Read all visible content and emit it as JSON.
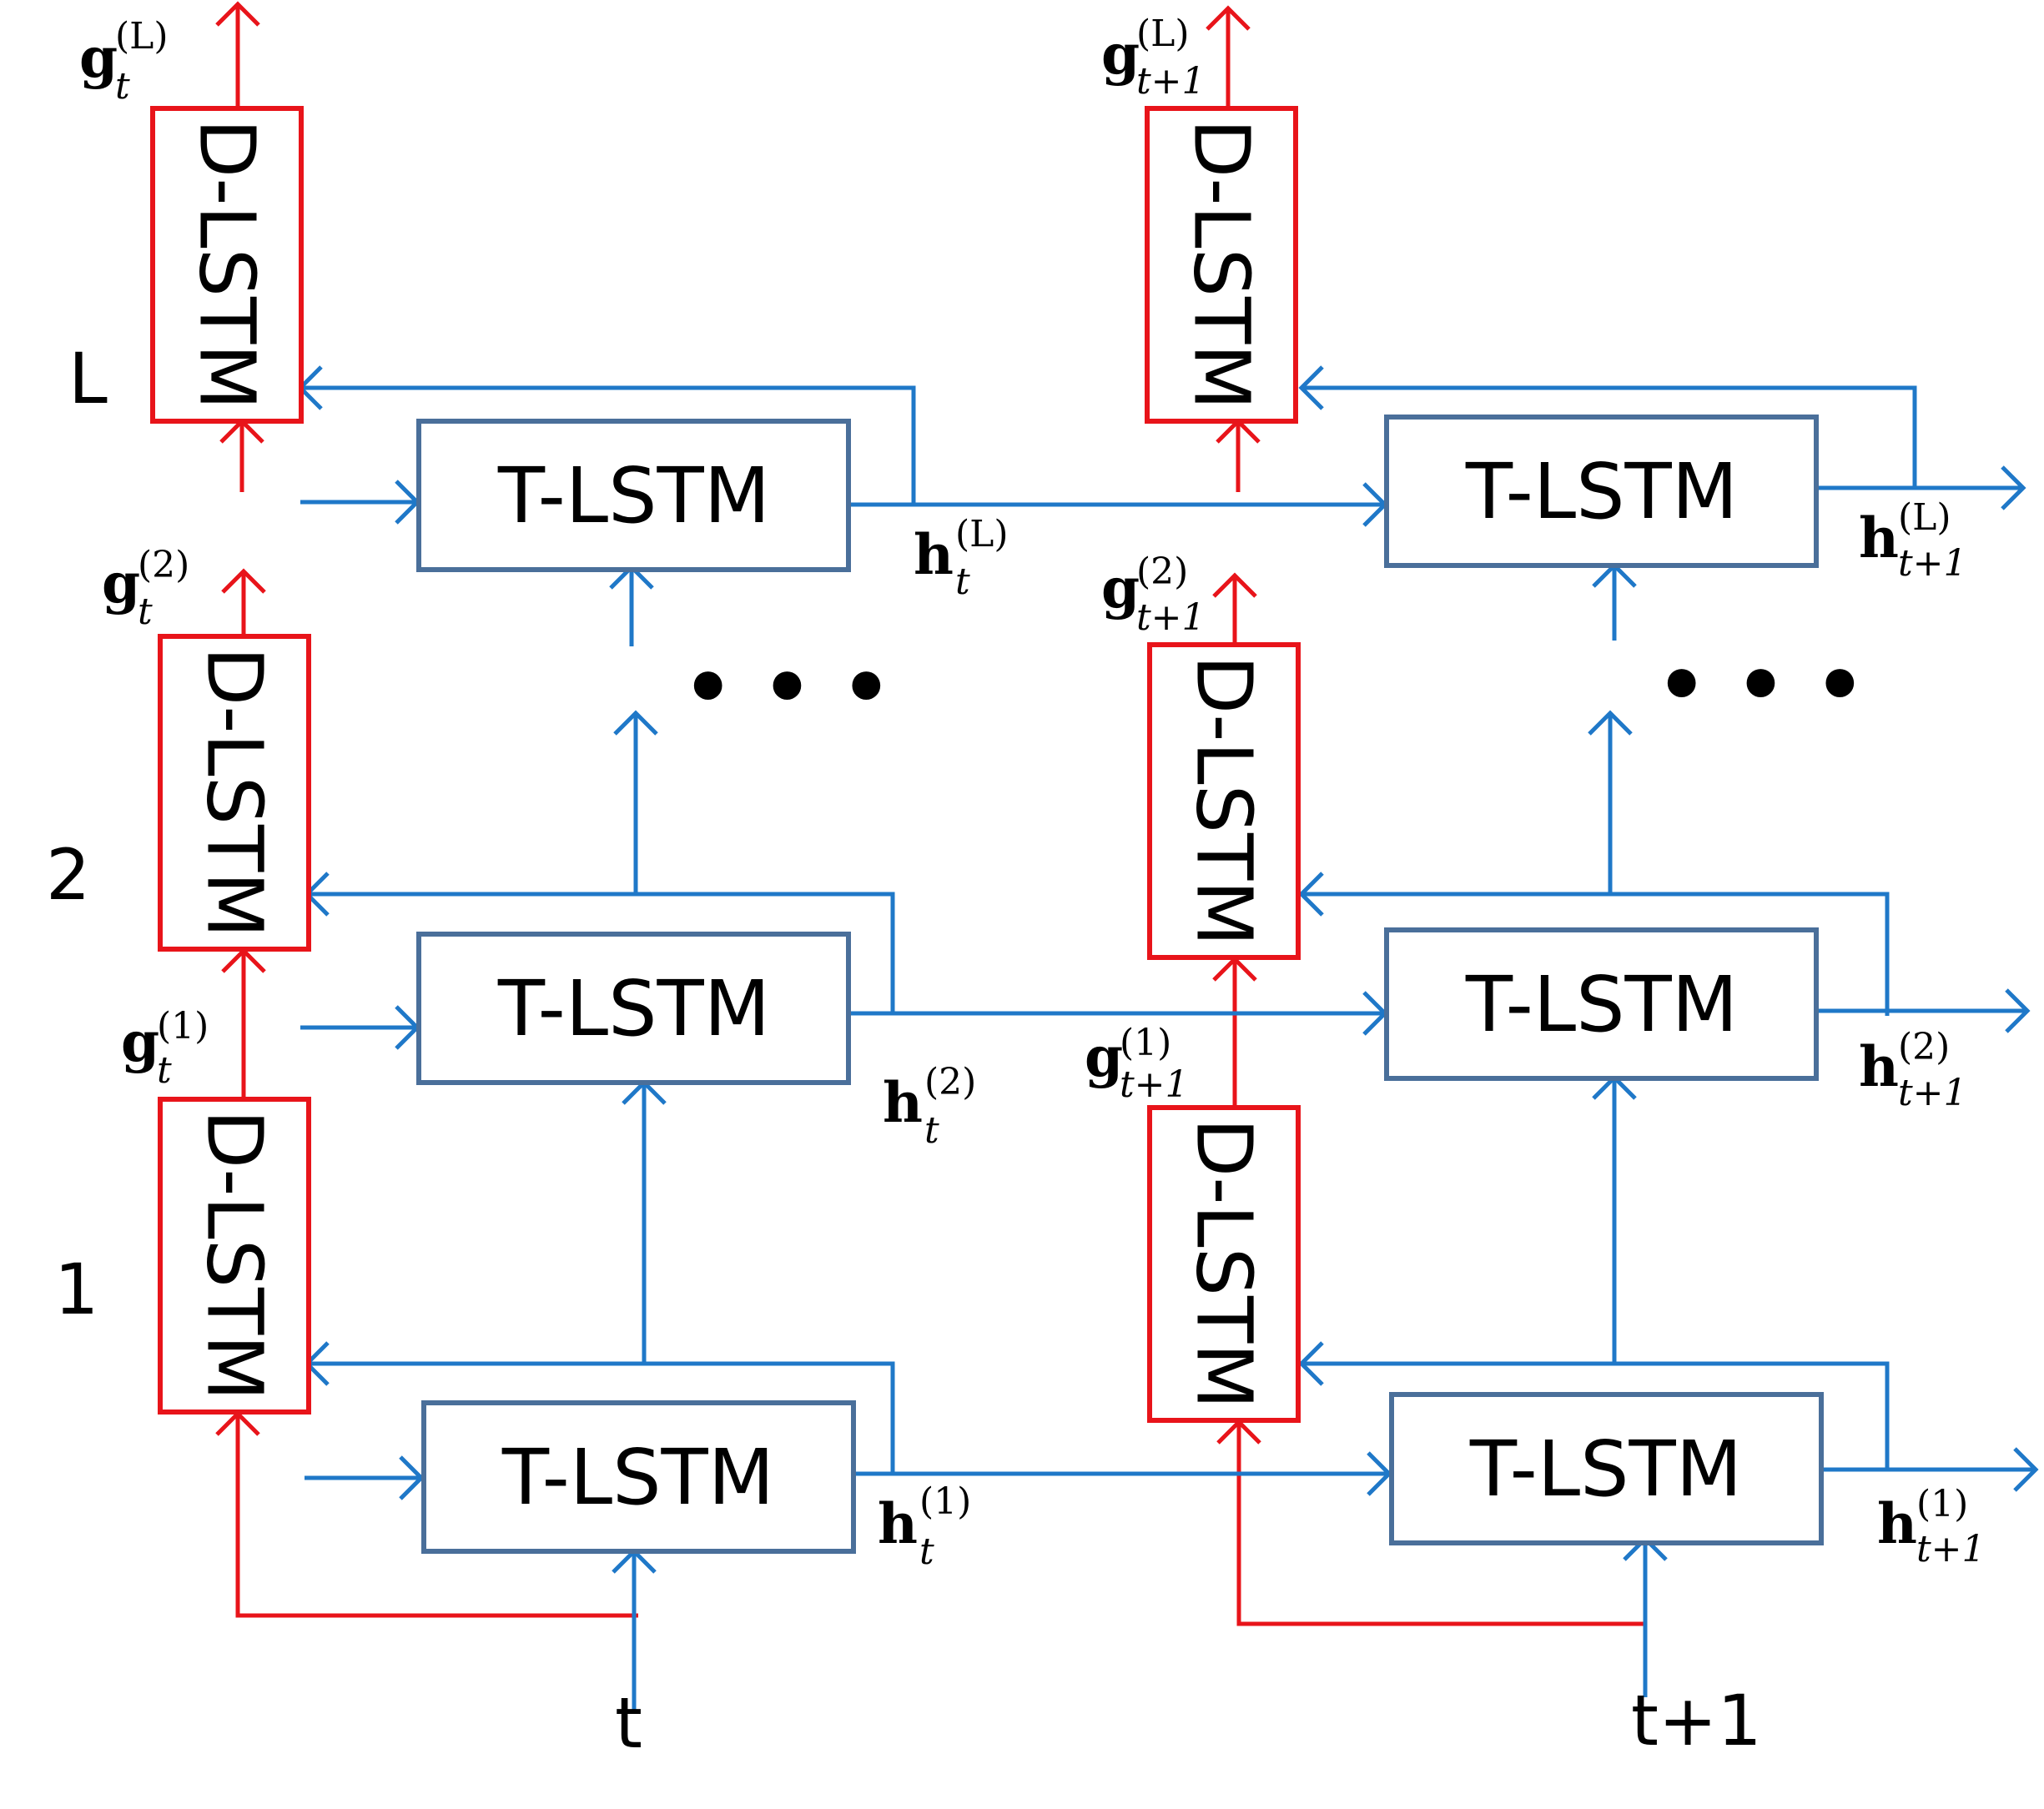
{
  "boxes": {
    "t_lstm_label": "T-LSTM",
    "d_lstm_label": "D-LSTM"
  },
  "layers": {
    "layer_L": "L",
    "layer_2": "2",
    "layer_1": "1"
  },
  "time_steps": {
    "t": "t",
    "t_plus_1": "t+1"
  },
  "ellipsis": "• • •",
  "symbols": {
    "h": "h",
    "g": "g"
  },
  "subscripts": {
    "t": "t",
    "t1": "t+1"
  },
  "superscripts": {
    "s1": "(1)",
    "s2": "(2)",
    "sL": "(L)"
  },
  "colors": {
    "temporal": "#1f78c8",
    "depth": "#e8141a",
    "t_box_border": "#4a6f9a"
  }
}
